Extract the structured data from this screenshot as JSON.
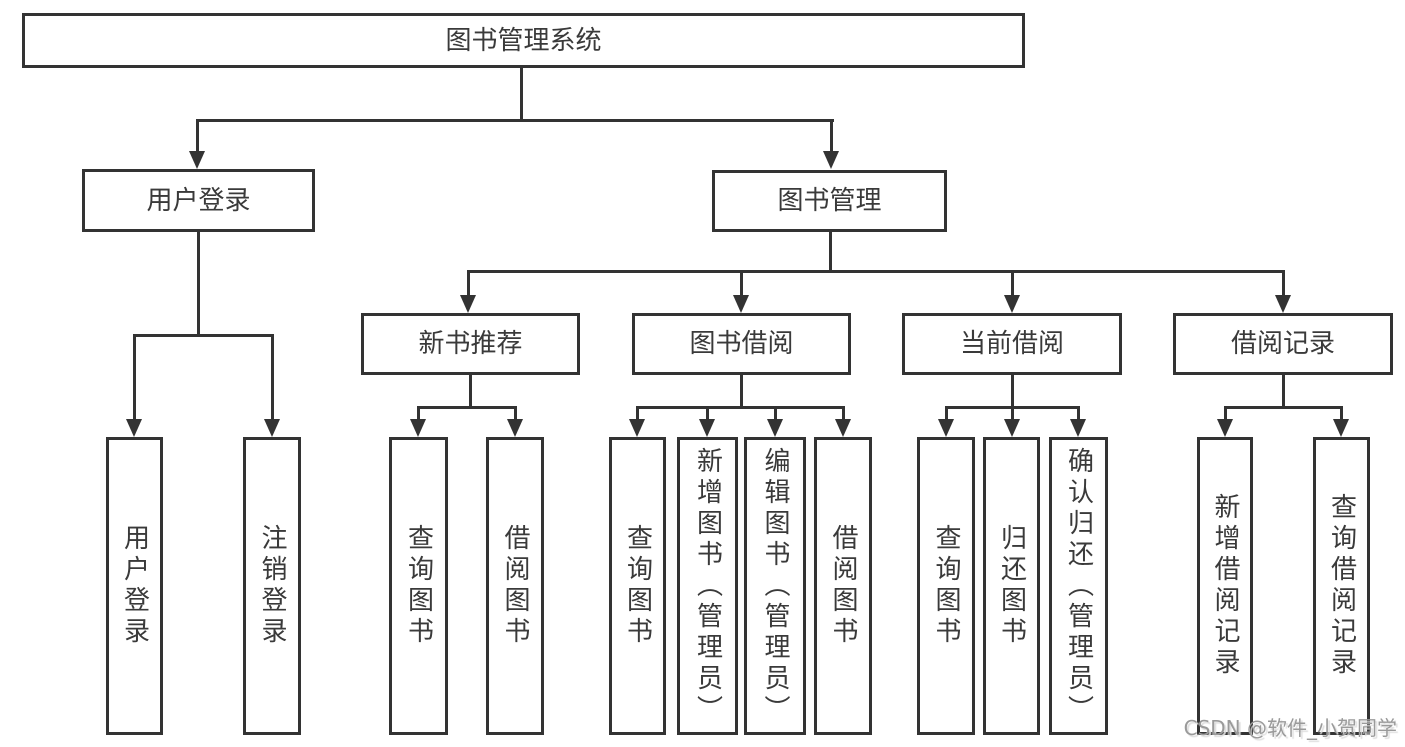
{
  "tree": {
    "label": "图书管理系统",
    "children": [
      {
        "label": "用户登录",
        "children": [
          {
            "label": "用户登录"
          },
          {
            "label": "注销登录"
          }
        ]
      },
      {
        "label": "图书管理",
        "children": [
          {
            "label": "新书推荐",
            "children": [
              {
                "label": "查询图书"
              },
              {
                "label": "借阅图书"
              }
            ]
          },
          {
            "label": "图书借阅",
            "children": [
              {
                "label": "查询图书"
              },
              {
                "label": "新增图书（管理员）"
              },
              {
                "label": "编辑图书（管理员）"
              },
              {
                "label": "借阅图书"
              }
            ]
          },
          {
            "label": "当前借阅",
            "children": [
              {
                "label": "查询图书"
              },
              {
                "label": "归还图书"
              },
              {
                "label": "确认归还（管理员）"
              }
            ]
          },
          {
            "label": "借阅记录",
            "children": [
              {
                "label": "新增借阅记录"
              },
              {
                "label": "查询借阅记录"
              }
            ]
          }
        ]
      }
    ]
  },
  "watermark": {
    "text": "CSDN @软件_小贺同学"
  },
  "colors": {
    "line": "#333333",
    "text": "#3a3a3a",
    "background": "#ffffff",
    "watermark": "#9a9a9a"
  }
}
